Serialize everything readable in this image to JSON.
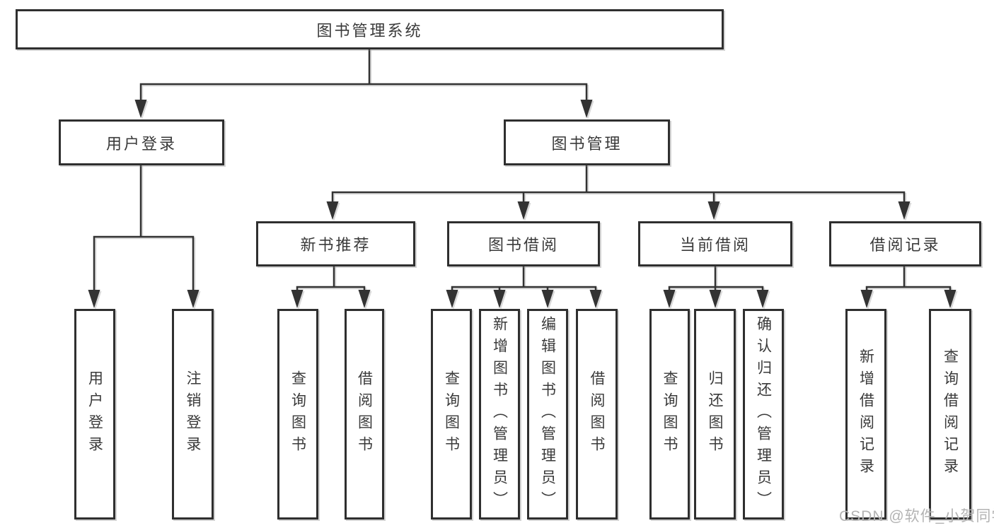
{
  "tree": {
    "label": "图书管理系统",
    "children": [
      {
        "label": "用户登录",
        "children": [
          {
            "label": "用户登录"
          },
          {
            "label": "注销登录"
          }
        ]
      },
      {
        "label": "图书管理",
        "children": [
          {
            "label": "新书推荐",
            "children": [
              {
                "label": "查询图书"
              },
              {
                "label": "借阅图书"
              }
            ]
          },
          {
            "label": "图书借阅",
            "children": [
              {
                "label": "查询图书"
              },
              {
                "label": "新增图书（管理员）"
              },
              {
                "label": "编辑图书（管理员）"
              },
              {
                "label": "借阅图书"
              }
            ]
          },
          {
            "label": "当前借阅",
            "children": [
              {
                "label": "查询图书"
              },
              {
                "label": "归还图书"
              },
              {
                "label": "确认归还（管理员）"
              }
            ]
          },
          {
            "label": "借阅记录",
            "children": [
              {
                "label": "新增借阅记录"
              },
              {
                "label": "查询借阅记录"
              }
            ]
          }
        ]
      }
    ]
  },
  "watermark": {
    "text": "CSDN @软件_小贺同学"
  },
  "colors": {
    "line": "#333333",
    "box_border": "#2f2f2f",
    "text": "#3a3a3a",
    "watermark": "#b3b3b3",
    "background": "#ffffff"
  }
}
